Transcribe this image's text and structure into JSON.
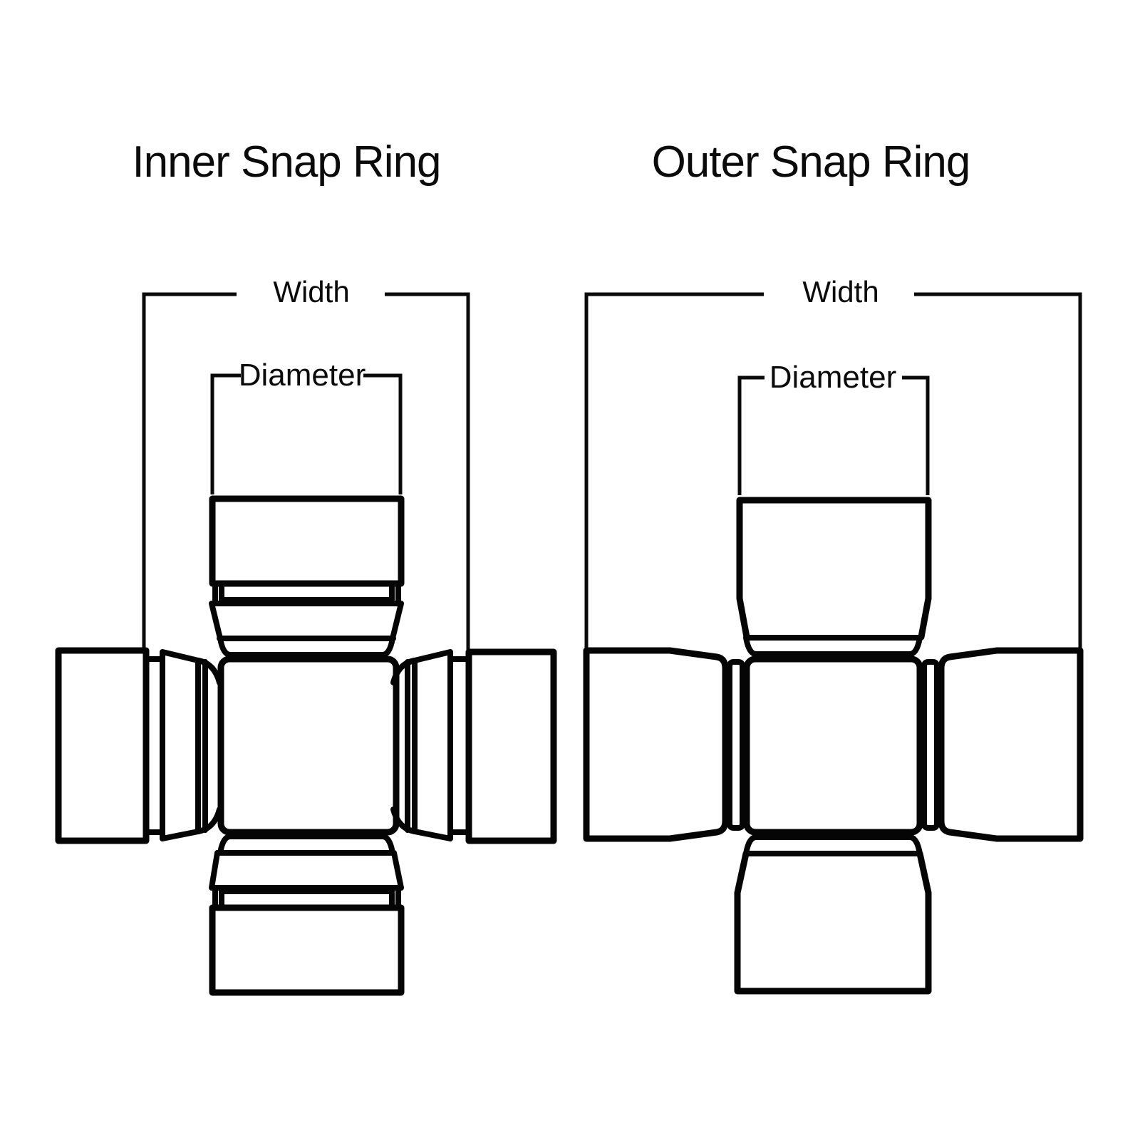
{
  "canvas": {
    "background": "#ffffff",
    "line_color": "#0a0a0a",
    "text_color": "#0b0b0b"
  },
  "diagrams": [
    {
      "title": "Inner Snap Ring",
      "width_label": "Width",
      "diameter_label": "Diameter"
    },
    {
      "title": "Outer Snap Ring",
      "width_label": "Width",
      "diameter_label": "Diameter"
    }
  ]
}
